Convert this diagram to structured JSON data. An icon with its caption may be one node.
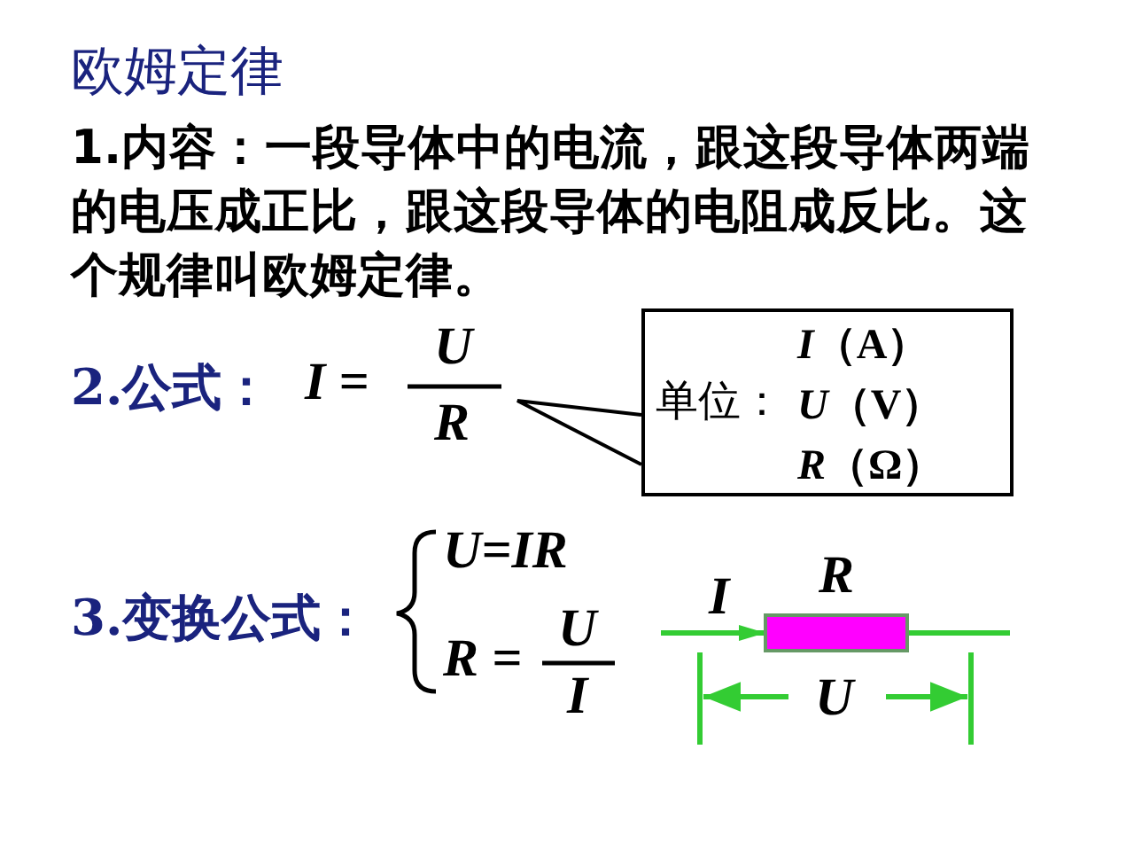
{
  "diagram": {
    "title": "欧姆定律",
    "nodes": [
      {
        "text": [
          "单位：",
          "*I*（A）",
          "*U*（V）",
          "*R*（Ω）"
        ]
      }
    ],
    "labels": [
      "1.内容：一段导体中的电流，跟这段导体两端的电压成正比，跟这段导体的电阻成反比。这个规律叫欧姆定律。",
      "2.公式：",
      "I =",
      "U",
      "R",
      "3.变换公式：",
      "U=IR",
      "R =",
      "U",
      "I",
      "I",
      "R",
      "U"
    ]
  }
}
